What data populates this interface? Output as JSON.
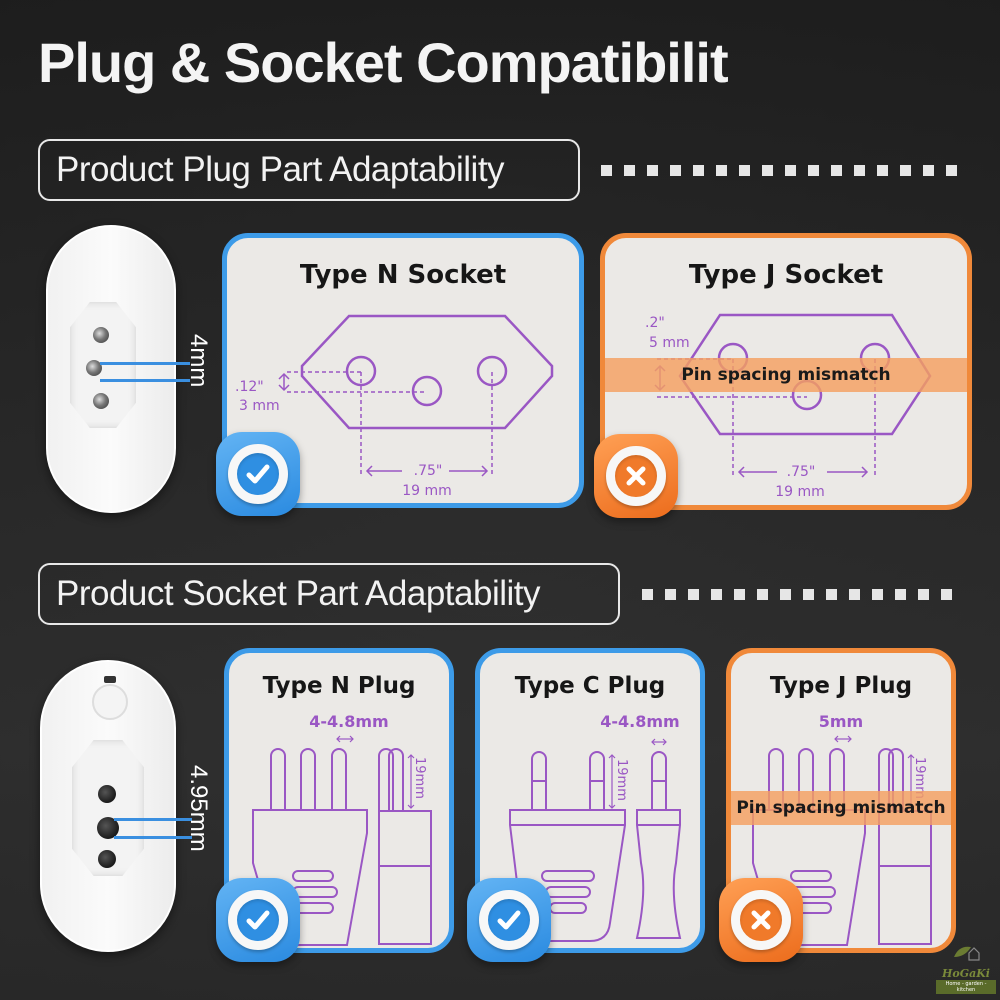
{
  "title": "Plug & Socket Compatibilit",
  "sections": {
    "plug": {
      "heading": "Product Plug Part Adaptability",
      "product_measure": "4mm",
      "cards": [
        {
          "title": "Type N Socket",
          "status": "compatible",
          "vertical_dim": {
            "inch": ".12\"",
            "mm": "3 mm"
          },
          "horizontal_dim": {
            "inch": ".75\"",
            "mm": "19 mm"
          },
          "badge_icon": "check-icon"
        },
        {
          "title": "Type J Socket",
          "status": "incompatible",
          "vertical_dim": {
            "inch": ".2\"",
            "mm": "5 mm"
          },
          "horizontal_dim": {
            "inch": ".75\"",
            "mm": "19 mm"
          },
          "mismatch_label": "Pin spacing mismatch",
          "badge_icon": "x-icon"
        }
      ]
    },
    "socket": {
      "heading": "Product Socket Part Adaptability",
      "product_measure": "4.95mm",
      "cards": [
        {
          "title": "Type N Plug",
          "status": "compatible",
          "pin_width": "4-4.8mm",
          "pin_length": "19mm",
          "badge_icon": "check-icon"
        },
        {
          "title": "Type C Plug",
          "status": "compatible",
          "pin_width": "4-4.8mm",
          "pin_length": "19mm",
          "badge_icon": "check-icon"
        },
        {
          "title": "Type J Plug",
          "status": "incompatible",
          "pin_width": "5mm",
          "pin_length": "19mm",
          "mismatch_label": "Pin spacing mismatch",
          "badge_icon": "x-icon"
        }
      ]
    }
  },
  "colors": {
    "compatible": "#3d9be8",
    "incompatible": "#f0893a",
    "diagram": "#9a57c4"
  },
  "logo": {
    "name": "HoGaKi",
    "tagline": "Home - garden - kitchen"
  }
}
